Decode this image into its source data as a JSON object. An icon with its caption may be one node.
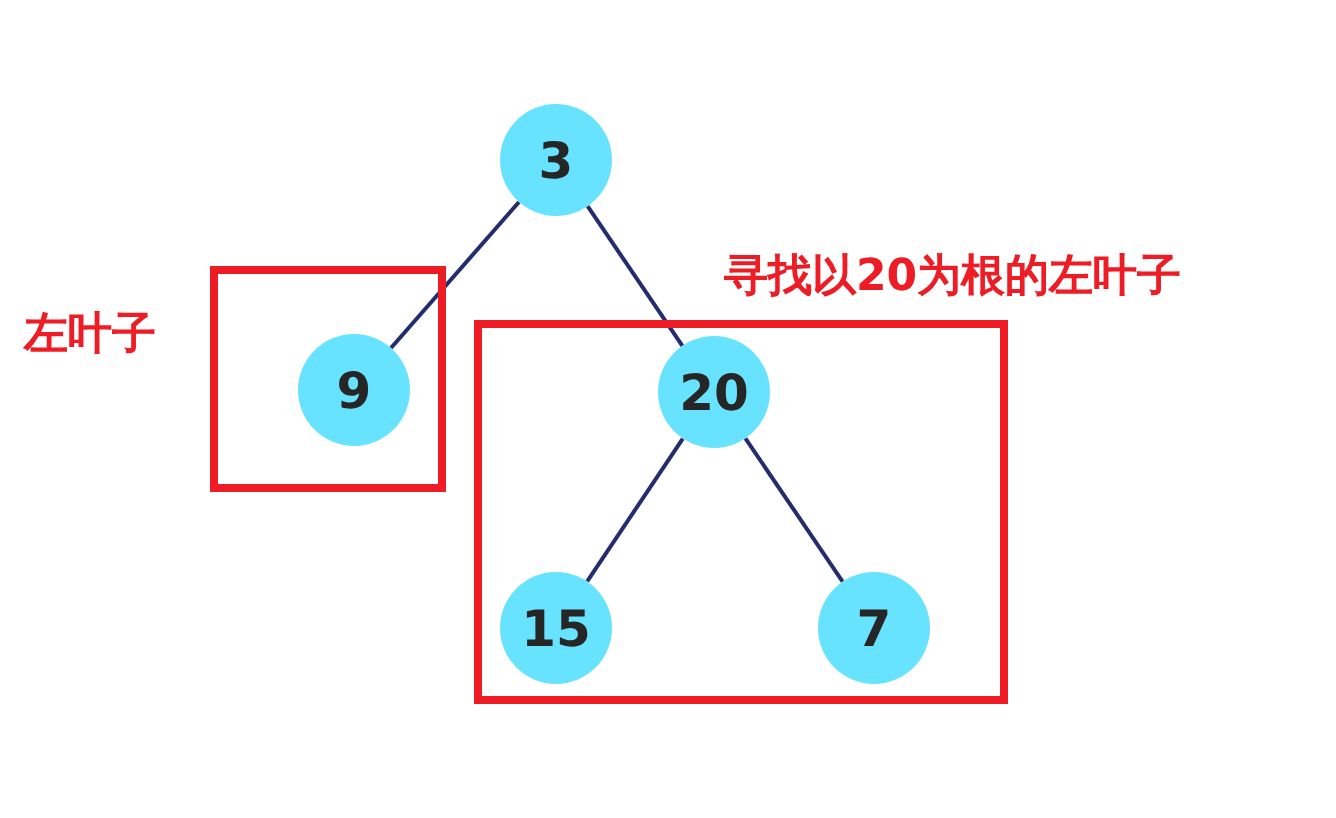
{
  "diagram": {
    "nodes": [
      {
        "text": [
          "3"
        ]
      },
      {
        "text": [
          "左叶子"
        ]
      },
      {
        "text": [
          "9"
        ],
        "in": 1
      },
      {
        "text": [
          "寻找以20为根的左叶子"
        ]
      },
      {
        "text": [
          "20"
        ],
        "in": 3
      },
      {
        "text": [
          "15"
        ],
        "in": 3
      },
      {
        "text": [
          "7"
        ],
        "in": 3
      }
    ],
    "edges": [
      {
        "from": 0,
        "to": 2,
        "arrow": "none"
      },
      {
        "from": 0,
        "to": 4,
        "arrow": "none"
      },
      {
        "from": 4,
        "to": 5,
        "arrow": "none"
      },
      {
        "from": 4,
        "to": 6,
        "arrow": "none"
      }
    ]
  }
}
